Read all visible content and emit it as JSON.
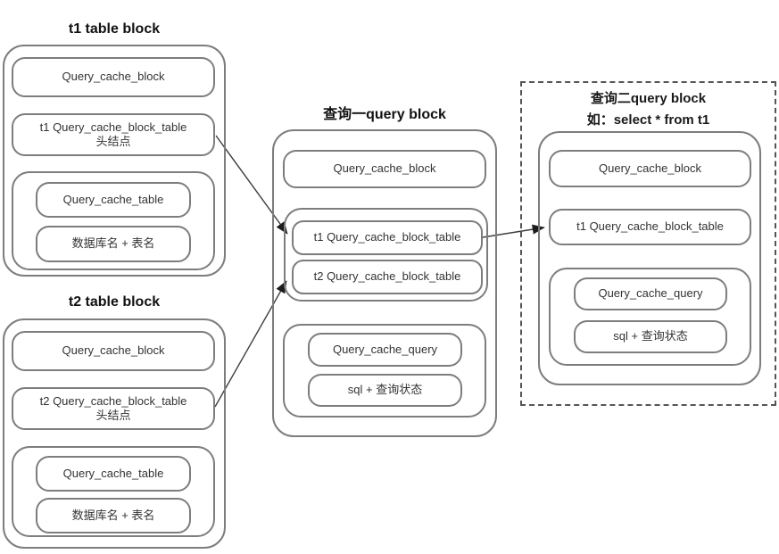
{
  "t1_block": {
    "title": "t1 table block",
    "query_cache_block": "Query_cache_block",
    "head_node_line1": "t1 Query_cache_block_table",
    "head_node_line2": "头结点",
    "query_cache_table": "Query_cache_table",
    "db_plus_table_name": "数据库名 + 表名"
  },
  "t2_block": {
    "title": "t2 table block",
    "query_cache_block": "Query_cache_block",
    "head_node_line1": "t2 Query_cache_block_table",
    "head_node_line2": "头结点",
    "query_cache_table": "Query_cache_table",
    "db_plus_table_name": "数据库名 + 表名"
  },
  "query1_block": {
    "title": "查询一query block",
    "query_cache_block": "Query_cache_block",
    "t1_entry": "t1 Query_cache_block_table",
    "t2_entry": "t2 Query_cache_block_table",
    "query_cache_query": "Query_cache_query",
    "sql_plus_status": "sql + 查询状态"
  },
  "query2_block": {
    "title_line1": "查询二query block",
    "title_line2": "如：select * from t1",
    "query_cache_block": "Query_cache_block",
    "t1_entry": "t1 Query_cache_block_table",
    "query_cache_query": "Query_cache_query",
    "sql_plus_status": "sql + 查询状态"
  },
  "colors": {
    "box_border": "#7d7d7d",
    "dashed_border": "#555555",
    "arrow": "#3f3f3f",
    "box_text": "#333333",
    "title_text": "#111111",
    "background": "#ffffff"
  }
}
